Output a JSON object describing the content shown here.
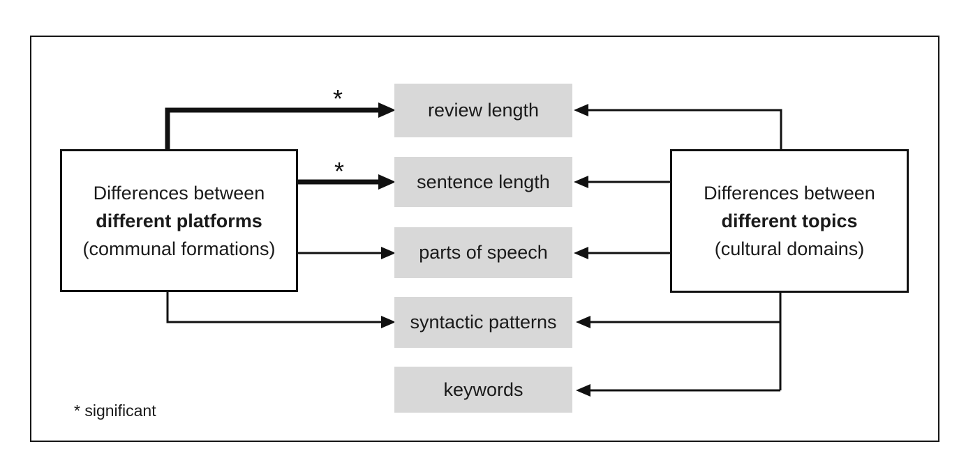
{
  "diagram": {
    "legend": "* significant",
    "significance_marker": "*",
    "nodes": {
      "platforms": {
        "line1": "Differences between",
        "line2": "different platforms",
        "line3": "(communal formations)"
      },
      "topics": {
        "line1": "Differences between",
        "line2": "different topics",
        "line3": "(cultural domains)"
      }
    },
    "features": [
      "review length",
      "sentence length",
      "parts of speech",
      "syntactic patterns",
      "keywords"
    ],
    "edges": [
      {
        "from": "different platforms",
        "to": "review length",
        "significant": true
      },
      {
        "from": "different platforms",
        "to": "sentence length",
        "significant": true
      },
      {
        "from": "different platforms",
        "to": "parts of speech",
        "significant": false
      },
      {
        "from": "different platforms",
        "to": "syntactic patterns",
        "significant": false
      },
      {
        "from": "different topics",
        "to": "review length",
        "significant": false
      },
      {
        "from": "different topics",
        "to": "sentence length",
        "significant": false
      },
      {
        "from": "different topics",
        "to": "parts of speech",
        "significant": false
      },
      {
        "from": "different topics",
        "to": "syntactic patterns",
        "significant": false
      },
      {
        "from": "different topics",
        "to": "keywords",
        "significant": false
      }
    ],
    "colors": {
      "line": "#111111",
      "feature_fill": "#d8d8d8",
      "node_fill": "#ffffff",
      "text": "#1a1a1a",
      "background": "#ffffff"
    }
  }
}
